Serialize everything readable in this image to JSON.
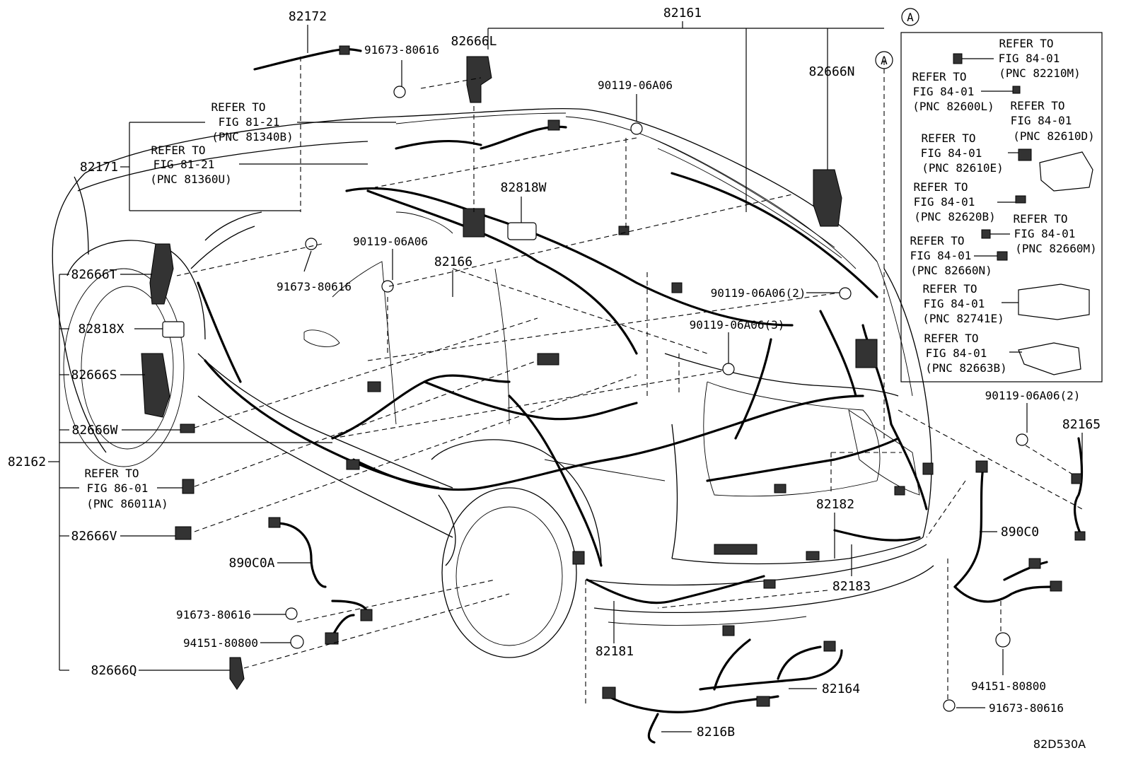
{
  "labels": {
    "l82172": "82172",
    "l82161": "82161",
    "l91673a": "91673-80616",
    "l82666L": "82666L",
    "refer_8121a_1": "REFER TO",
    "refer_8121a_2": "FIG 81-21",
    "refer_8121a_3": "(PNC 81340B)",
    "l90119a": "90119-06A06",
    "l82666N": "82666N",
    "refer_8121b_1": "REFER TO",
    "refer_8121b_2": "FIG 81-21",
    "refer_8121b_3": "(PNC 81360U)",
    "l82171": "82171",
    "l82818W": "82818W",
    "l90119b": "90119-06A06",
    "l82166": "82166",
    "l91673b": "91673-80616",
    "l82666T": "82666T",
    "l82818X": "82818X",
    "l82666S": "82666S",
    "l90119c": "90119-06A06(2)",
    "l90119d": "90119-06A06(3)",
    "l82666W": "82666W",
    "l82162": "82162",
    "refer_8601_1": "REFER TO",
    "refer_8601_2": "FIG 86-01",
    "refer_8601_3": "(PNC 86011A)",
    "l82666V": "82666V",
    "l890C0A": "890C0A",
    "l91673c": "91673-80616",
    "l94151a": "94151-80800",
    "l82666Q": "82666Q",
    "l82181": "82181",
    "l82182": "82182",
    "l82183": "82183",
    "l82164": "82164",
    "l8216B": "8216B",
    "l90119e": "90119-06A06(2)",
    "l82165": "82165",
    "l890C0": "890C0",
    "l94151b": "94151-80800",
    "l91673d": "91673-80616",
    "diagram_code": "82D530A"
  },
  "callout_marker": "A",
  "inset": {
    "i1": [
      "REFER TO",
      "FIG 84-01",
      "(PNC 82210M)"
    ],
    "i2": [
      "REFER TO",
      "FIG 84-01",
      "(PNC 82600L)"
    ],
    "i3": [
      "REFER TO",
      "FIG 84-01",
      "(PNC 82610D)"
    ],
    "i4": [
      "REFER TO",
      "FIG 84-01",
      "(PNC 82610E)"
    ],
    "i5": [
      "REFER TO",
      "FIG 84-01",
      "(PNC 82620B)"
    ],
    "i6": [
      "REFER TO",
      "FIG 84-01",
      "(PNC 82660M)"
    ],
    "i7": [
      "REFER TO",
      "FIG 84-01",
      "(PNC 82660N)"
    ],
    "i8": [
      "REFER TO",
      "FIG 84-01",
      "(PNC 82741E)"
    ],
    "i9": [
      "REFER TO",
      "FIG 84-01",
      "(PNC 82663B)"
    ]
  }
}
